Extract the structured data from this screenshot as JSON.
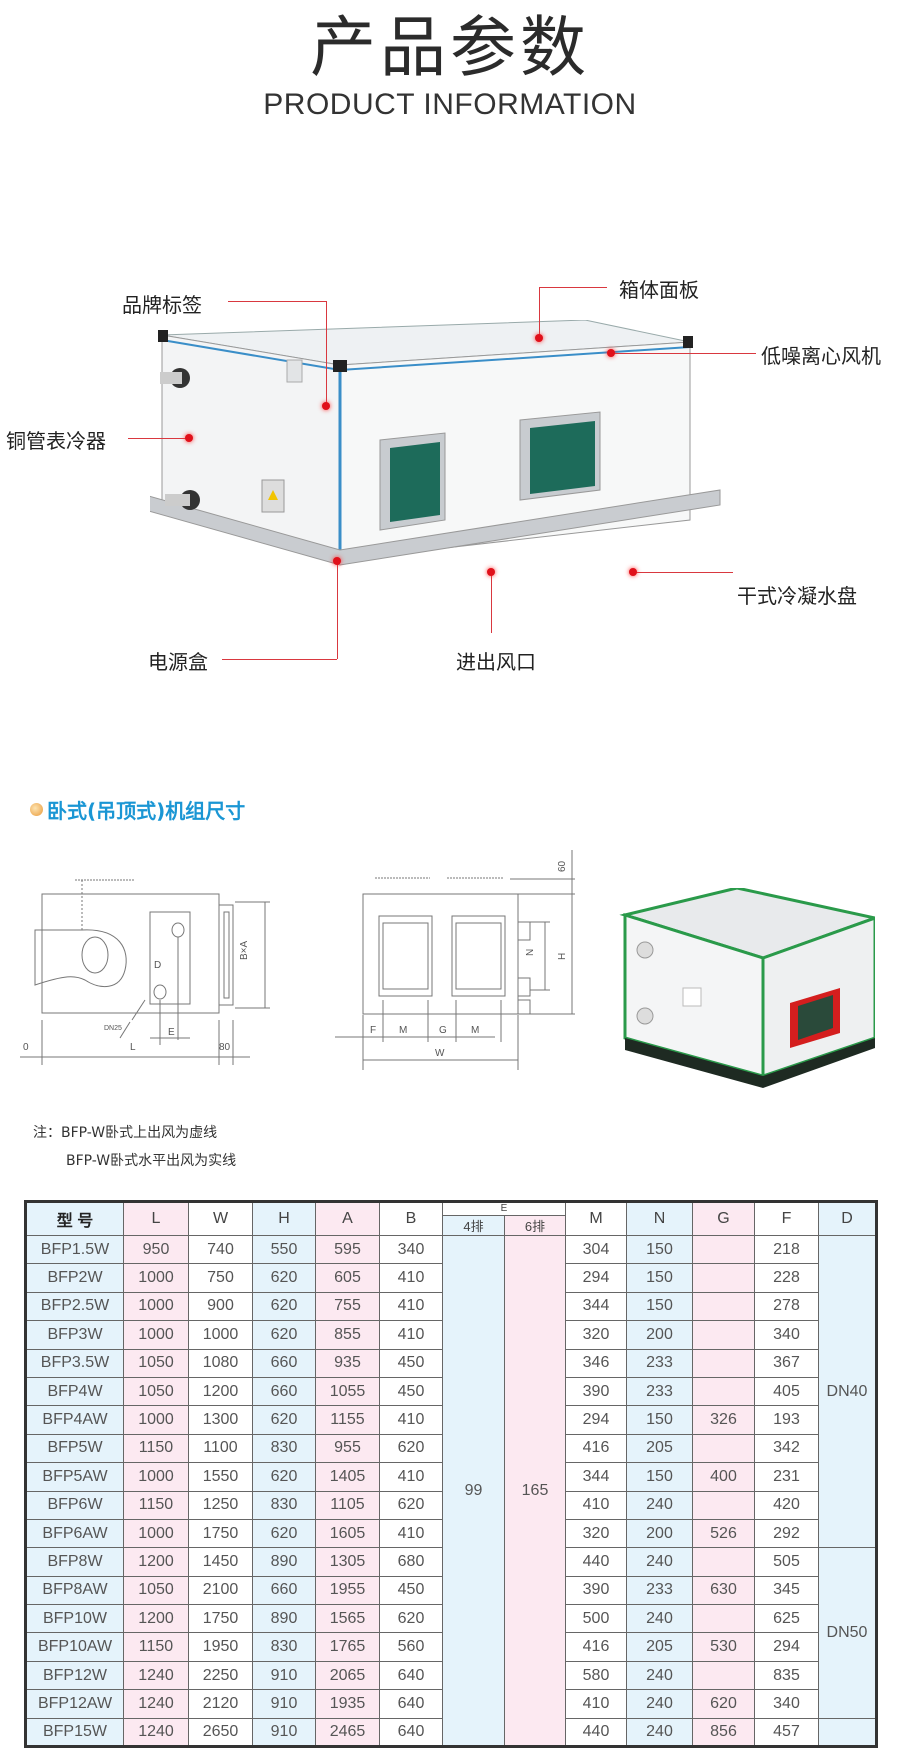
{
  "header": {
    "title": "产品参数",
    "subtitle": "PRODUCT INFORMATION"
  },
  "callouts": {
    "brand_label": "品牌标签",
    "cabinet_panel": "箱体面板",
    "fan": "低噪离心风机",
    "coil": "铜管表冷器",
    "drain_pan": "干式冷凝水盘",
    "power_box": "电源盒",
    "air_port": "进出风口"
  },
  "section": {
    "title": "卧式(吊顶式)机组尺寸"
  },
  "drawing_labels": {
    "bxa": "B×A",
    "d": "D",
    "dn25": "DN25",
    "e": "E",
    "zero": "0",
    "l": "L",
    "eighty": "80",
    "sixty": "60",
    "n": "N",
    "h": "H",
    "f": "F",
    "m": "M",
    "g": "G",
    "w": "W"
  },
  "notes": {
    "line1": "注：BFP-W卧式上出风为虚线",
    "line2": "BFP-W卧式水平出风为实线"
  },
  "colors": {
    "accent_blue": "#1a96d4",
    "row_blue": "#e5f3fb",
    "row_pink": "#fce9f1",
    "callout_red": "#d9383f"
  },
  "table": {
    "headers": {
      "model": "型 号",
      "L": "L",
      "W": "W",
      "H": "H",
      "A": "A",
      "B": "B",
      "E": "E",
      "E4": "4排",
      "E6": "6排",
      "M": "M",
      "N": "N",
      "G": "G",
      "F": "F",
      "D": "D"
    },
    "e4": "99",
    "e6": "165",
    "d_groups": [
      {
        "value": "DN40",
        "rows": 11
      },
      {
        "value": "DN50",
        "rows": 6
      },
      {
        "value": "",
        "rows": 1
      }
    ],
    "rows": [
      [
        "BFP1.5W",
        "950",
        "740",
        "550",
        "595",
        "340",
        "304",
        "150",
        "",
        "218"
      ],
      [
        "BFP2W",
        "1000",
        "750",
        "620",
        "605",
        "410",
        "294",
        "150",
        "",
        "228"
      ],
      [
        "BFP2.5W",
        "1000",
        "900",
        "620",
        "755",
        "410",
        "344",
        "150",
        "",
        "278"
      ],
      [
        "BFP3W",
        "1000",
        "1000",
        "620",
        "855",
        "410",
        "320",
        "200",
        "",
        "340"
      ],
      [
        "BFP3.5W",
        "1050",
        "1080",
        "660",
        "935",
        "450",
        "346",
        "233",
        "",
        "367"
      ],
      [
        "BFP4W",
        "1050",
        "1200",
        "660",
        "1055",
        "450",
        "390",
        "233",
        "",
        "405"
      ],
      [
        "BFP4AW",
        "1000",
        "1300",
        "620",
        "1155",
        "410",
        "294",
        "150",
        "326",
        "193"
      ],
      [
        "BFP5W",
        "1150",
        "1100",
        "830",
        "955",
        "620",
        "416",
        "205",
        "",
        "342"
      ],
      [
        "BFP5AW",
        "1000",
        "1550",
        "620",
        "1405",
        "410",
        "344",
        "150",
        "400",
        "231"
      ],
      [
        "BFP6W",
        "1150",
        "1250",
        "830",
        "1105",
        "620",
        "410",
        "240",
        "",
        "420"
      ],
      [
        "BFP6AW",
        "1000",
        "1750",
        "620",
        "1605",
        "410",
        "320",
        "200",
        "526",
        "292"
      ],
      [
        "BFP8W",
        "1200",
        "1450",
        "890",
        "1305",
        "680",
        "440",
        "240",
        "",
        "505"
      ],
      [
        "BFP8AW",
        "1050",
        "2100",
        "660",
        "1955",
        "450",
        "390",
        "233",
        "630",
        "345"
      ],
      [
        "BFP10W",
        "1200",
        "1750",
        "890",
        "1565",
        "620",
        "500",
        "240",
        "",
        "625"
      ],
      [
        "BFP10AW",
        "1150",
        "1950",
        "830",
        "1765",
        "560",
        "416",
        "205",
        "530",
        "294"
      ],
      [
        "BFP12W",
        "1240",
        "2250",
        "910",
        "2065",
        "640",
        "580",
        "240",
        "",
        "835"
      ],
      [
        "BFP12AW",
        "1240",
        "2120",
        "910",
        "1935",
        "640",
        "410",
        "240",
        "620",
        "340"
      ],
      [
        "BFP15W",
        "1240",
        "2650",
        "910",
        "2465",
        "640",
        "440",
        "240",
        "856",
        "457"
      ]
    ]
  }
}
